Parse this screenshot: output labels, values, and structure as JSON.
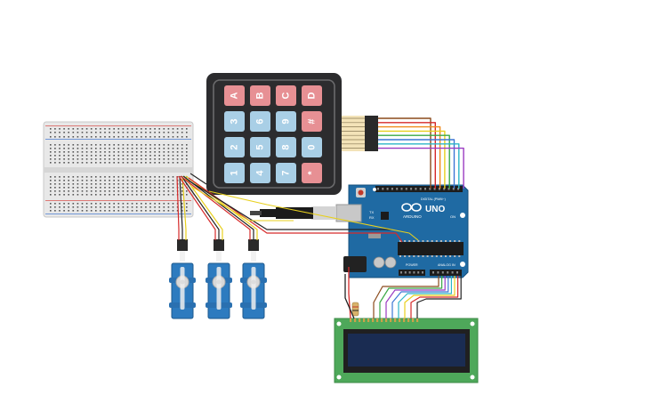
{
  "circuit": {
    "keypad": {
      "rows": [
        [
          "A",
          "B",
          "C",
          "D"
        ],
        [
          "3",
          "6",
          "9",
          "#"
        ],
        [
          "2",
          "5",
          "8",
          "0"
        ],
        [
          "1",
          "4",
          "7",
          "*"
        ]
      ],
      "red_keys": [
        "A",
        "B",
        "C",
        "D",
        "#",
        "*"
      ],
      "colors": {
        "blue": "#a9cfe6",
        "red": "#e79094",
        "body": "#2c2c2e",
        "border": "#4a4a4c"
      }
    },
    "arduino": {
      "model": "UNO",
      "brand": "ARDUINO",
      "digital_label": "DIGITAL (PWM~)",
      "analog_label": "ANALOG IN",
      "power_label": "POWER",
      "tx_label": "TX",
      "rx_label": "RX",
      "on_label": "ON",
      "colors": {
        "board": "#1f6aa3",
        "header": "#1d1d1d"
      }
    },
    "lcd": {
      "colors": {
        "pcb": "#4ea85a",
        "screen": "#1a2c52",
        "frame": "#202020"
      }
    },
    "breadboard": {
      "colors": {
        "body": "#e6e6e6",
        "rail_red": "#d9534f",
        "rail_blue": "#4a7bd0"
      }
    },
    "servos": {
      "count": 3,
      "colors": {
        "body": "#2d7bbf",
        "horn": "#f2f2f2"
      }
    },
    "wire_colors": {
      "red": "#d62a2a",
      "black": "#222222",
      "yellow": "#e8d01e",
      "brown": "#8b4a1c",
      "green": "#3aa845",
      "blue": "#3c77d4",
      "purple": "#9b3bc2",
      "orange": "#f08a1c",
      "cyan": "#2cb5c8",
      "gray": "#8a8a8a"
    }
  }
}
